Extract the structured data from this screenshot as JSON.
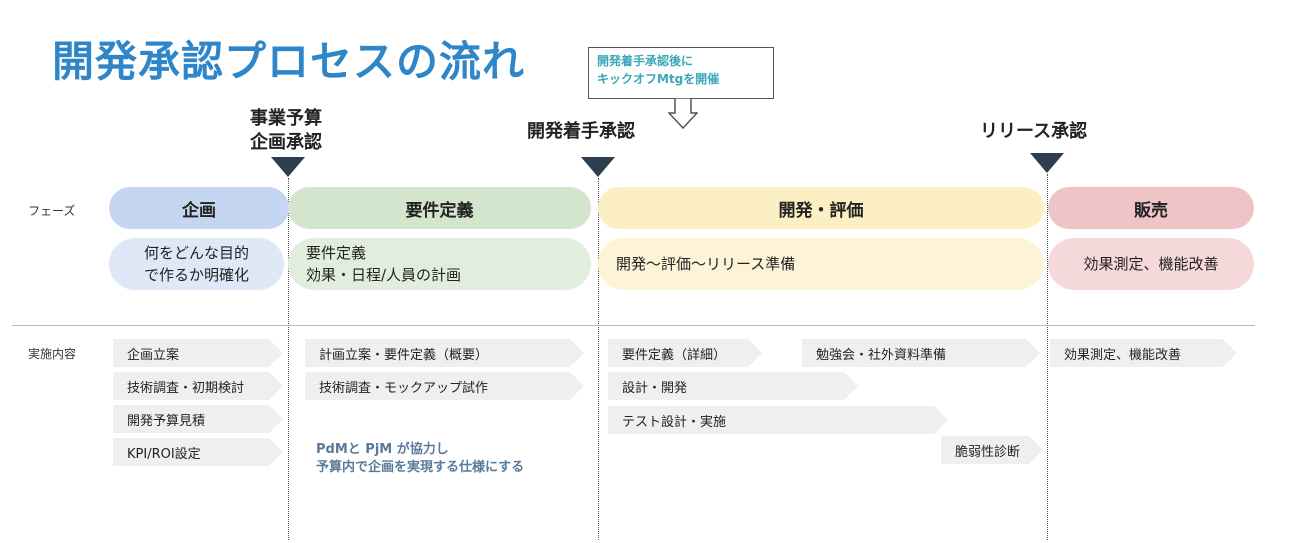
{
  "title": "開発承認プロセスの流れ",
  "callout": {
    "line1": "開発着手承認後に",
    "line2": "キックオフMtgを開催"
  },
  "milestones": {
    "business": {
      "line1": "事業予算",
      "line2": "企画承認"
    },
    "dev_start": "開発着手承認",
    "release": "リリース承認"
  },
  "row_labels": {
    "phase": "フェーズ",
    "tasks": "実施内容"
  },
  "phases": [
    {
      "name": "企画",
      "desc_line1": "何をどんな目的",
      "desc_line2": "で作るか明確化",
      "color": "#c5d6f1",
      "desc_color": "#dfe8f7"
    },
    {
      "name": "要件定義",
      "desc_line1": "要件定義",
      "desc_line2": "効果・日程/人員の計画",
      "color": "#d4e5cd",
      "desc_color": "#e2eedd"
    },
    {
      "name": "開発・評価",
      "desc_line1": "開発〜評価〜リリース準備",
      "desc_line2": "",
      "color": "#fcefc4",
      "desc_color": "#fdf4d8"
    },
    {
      "name": "販売",
      "desc_line1": "効果測定、機能改善",
      "desc_line2": "",
      "color": "#efc4c6",
      "desc_color": "#f5d9da"
    }
  ],
  "tasks": {
    "planning": [
      "企画立案",
      "技術調査・初期検討",
      "開発予算見積",
      "KPI/ROI設定"
    ],
    "requirements": [
      "計画立案・要件定義（概要）",
      "技術調査・モックアップ試作"
    ],
    "development": [
      "要件定義（詳細）",
      "勉強会・社外資料準備",
      "設計・開発",
      "テスト設計・実施",
      "脆弱性診断"
    ],
    "sales": [
      "効果測定、機能改善"
    ]
  },
  "note": {
    "line1": "PdMと PjM が協力し",
    "line2": "予算内で企画を実現する仕様にする"
  },
  "colors": {
    "title": "#2e86c8",
    "marker": "#2f3e4e",
    "callout_text": "#3aa8b8",
    "note_text": "#5a7a9a",
    "task_bg": "#efefef"
  }
}
